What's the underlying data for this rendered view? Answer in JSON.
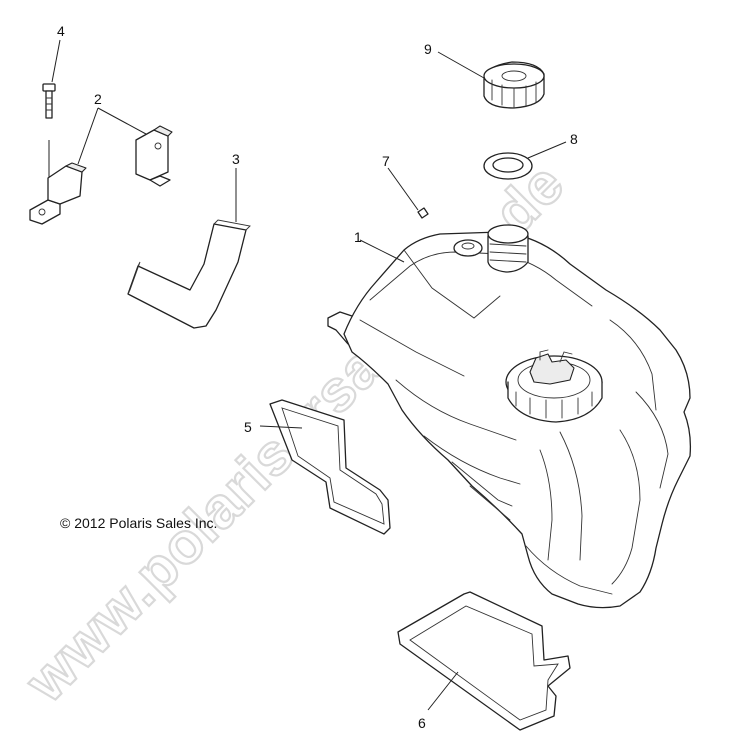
{
  "watermark": "www.polarisersatzteile.de",
  "copyright": "© 2012 Polaris Sales Inc.",
  "callouts": [
    "1",
    "2",
    "3",
    "4",
    "5",
    "6",
    "7",
    "8",
    "9"
  ],
  "colors": {
    "line": "#222222",
    "watermark": "#d9d9d9",
    "background": "#ffffff"
  }
}
